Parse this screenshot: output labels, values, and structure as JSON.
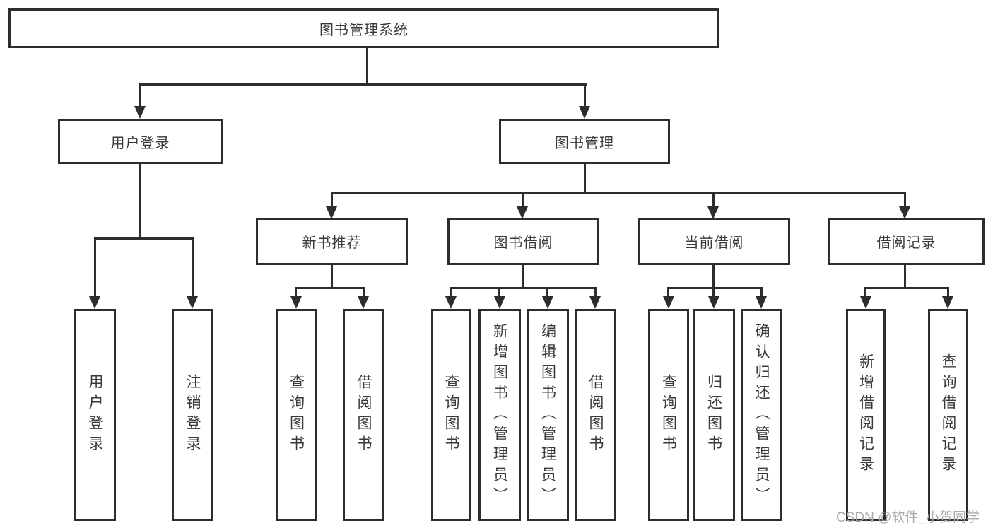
{
  "diagram": {
    "title": "图书管理系统",
    "level2": [
      {
        "label": "用户登录"
      },
      {
        "label": "图书管理"
      }
    ],
    "level3": [
      {
        "label": "新书推荐"
      },
      {
        "label": "图书借阅"
      },
      {
        "label": "当前借阅"
      },
      {
        "label": "借阅记录"
      }
    ],
    "level4": [
      {
        "label": "用户登录"
      },
      {
        "label": "注销登录"
      },
      {
        "label": "查询图书"
      },
      {
        "label": "借阅图书"
      },
      {
        "label": "查询图书"
      },
      {
        "label": "新增图书（管理员）"
      },
      {
        "label": "编辑图书（管理员）"
      },
      {
        "label": "借阅图书"
      },
      {
        "label": "查询图书"
      },
      {
        "label": "归还图书"
      },
      {
        "label": "确认归还（管理员）"
      },
      {
        "label": "新增借阅记录"
      },
      {
        "label": "查询借阅记录"
      }
    ]
  },
  "watermark": {
    "text": "CSDN @软件_小贺同学"
  },
  "colors": {
    "line": "#2d2d2d",
    "text": "#3a3a3a",
    "background": "#ffffff",
    "watermark": "#ababab"
  }
}
